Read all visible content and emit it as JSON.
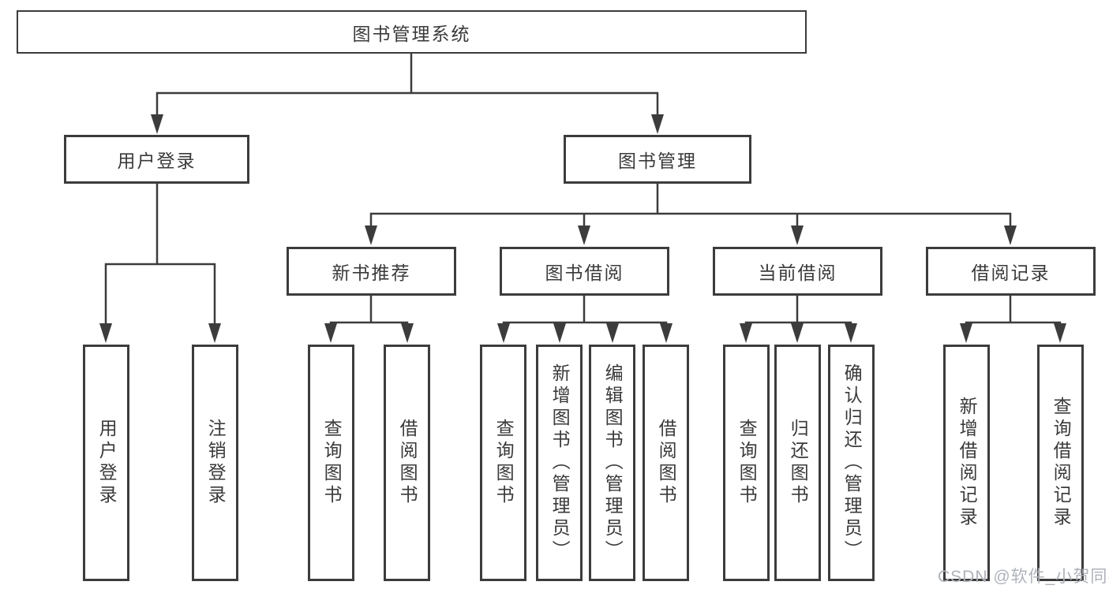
{
  "nodes": {
    "root": "图书管理系统",
    "user_login": "用户登录",
    "book_management": "图书管理",
    "new_book_recommend": "新书推荐",
    "book_borrow": "图书借阅",
    "current_borrow": "当前借阅",
    "borrow_records": "借阅记录"
  },
  "leaves": {
    "user_login": [
      "用户登录",
      "注销登录"
    ],
    "new_book_recommend": [
      "查询图书",
      "借阅图书"
    ],
    "book_borrow": [
      "查询图书",
      "新增图书（管理员）",
      "编辑图书（管理员）",
      "借阅图书"
    ],
    "current_borrow": [
      "查询图书",
      "归还图书",
      "确认归还（管理员）"
    ],
    "borrow_records": [
      "新增借阅记录",
      "查询借阅记录"
    ]
  },
  "watermark": {
    "text": "CSDN @软件_小贺同学"
  },
  "colors": {
    "line": "#3c3c3c",
    "text": "#3a3a3a",
    "watermark": "#aeb2b9",
    "background": "#ffffff"
  }
}
